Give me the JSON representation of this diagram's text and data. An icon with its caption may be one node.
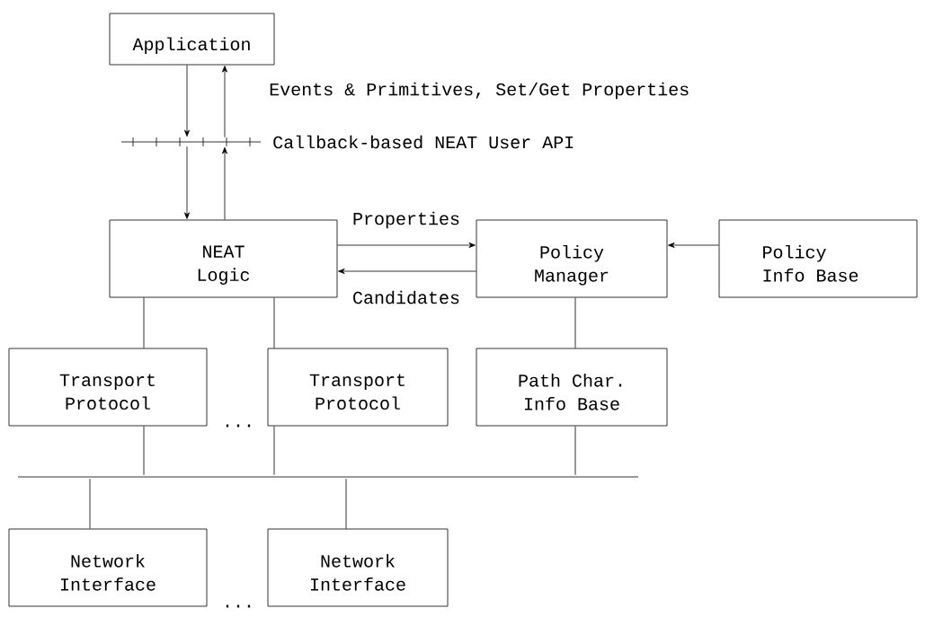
{
  "diagram": {
    "nodes": [
      {
        "text": [
          "Application"
        ]
      },
      {
        "text": [],
        "shape": "bar",
        "beside": [
          "Callback-based NEAT User API"
        ]
      },
      {
        "text": [
          "NEAT Logic"
        ]
      },
      {
        "text": [
          "Policy Manager"
        ]
      },
      {
        "text": [
          "Policy Info Base"
        ]
      },
      {
        "text": [
          "Transport Protocol"
        ]
      },
      {
        "text": [
          "Transport Protocol"
        ]
      },
      {
        "text": [
          "Path Char. Info Base"
        ]
      },
      {
        "text": [],
        "shape": "line"
      },
      {
        "text": [
          "Network Interface"
        ]
      },
      {
        "text": [
          "Network Interface"
        ]
      }
    ],
    "edges": [
      {
        "from": 0,
        "to": 1,
        "arrow": "to"
      },
      {
        "from": 1,
        "to": 0,
        "arrow": "to",
        "label": "Events & Primitives, Set/Get Properties"
      },
      {
        "from": 1,
        "to": 2,
        "arrow": "to"
      },
      {
        "from": 2,
        "to": 1,
        "arrow": "to"
      },
      {
        "from": 2,
        "to": 3,
        "arrow": "to",
        "label": "Properties"
      },
      {
        "from": 3,
        "to": 2,
        "arrow": "to",
        "label": "Candidates"
      },
      {
        "from": 4,
        "to": 3,
        "arrow": "to"
      },
      {
        "from": 2,
        "to": 5,
        "arrow": "none"
      },
      {
        "from": 2,
        "to": 6,
        "arrow": "none"
      },
      {
        "from": 3,
        "to": 7,
        "arrow": "none"
      },
      {
        "from": 5,
        "to": 8,
        "arrow": "none"
      },
      {
        "from": 6,
        "to": 8,
        "arrow": "none"
      },
      {
        "from": 7,
        "to": 8,
        "arrow": "none"
      },
      {
        "from": 8,
        "to": 9,
        "arrow": "none"
      },
      {
        "from": 8,
        "to": 10,
        "arrow": "none"
      }
    ],
    "labels": [
      "...",
      "..."
    ]
  }
}
